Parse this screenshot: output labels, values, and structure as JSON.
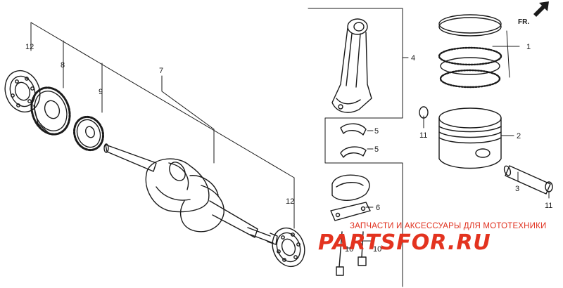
{
  "diagram": {
    "direction_label": "FR.",
    "callouts": {
      "ring_set": "1",
      "piston": "2",
      "piston_pin": "3",
      "connecting_rod": "4",
      "bearing_upper": "5",
      "bearing_lower": "5",
      "rod_cap": "6",
      "crankshaft": "7",
      "crank_gear": "8",
      "timing_gear": "9",
      "cap_bolt_left": "10",
      "cap_bolt_right": "10",
      "pin_clip_left": "11",
      "pin_clip_right": "11",
      "bearing_left": "12",
      "bearing_right": "12"
    }
  },
  "watermark": {
    "tagline": "ЗАПЧАСТИ И АКСЕССУАРЫ ДЛЯ МОТОТЕХНИКИ",
    "logo": "PARTSFOR.RU"
  },
  "colors": {
    "line": "#1a1a1a",
    "watermark": "#e3331f"
  }
}
